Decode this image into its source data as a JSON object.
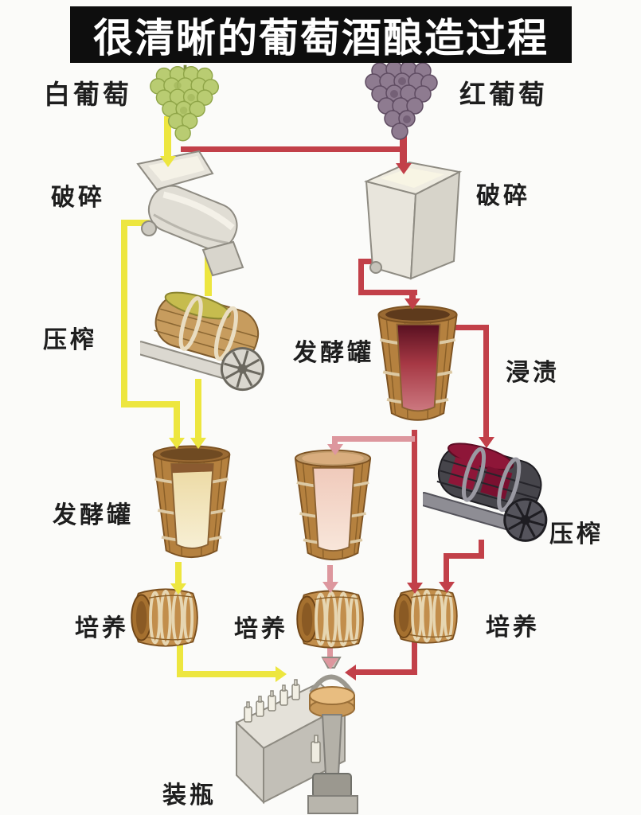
{
  "title": "很清晰的葡萄酒酿造过程",
  "colors": {
    "page_bg": "#fbfbf9",
    "banner_bg": "#0e0e0e",
    "banner_text": "#ffffff",
    "white_path": "#ede63f",
    "red_path": "#c24049",
    "pink_path": "#dd979e",
    "label_text": "#1e1e1e"
  },
  "labels": {
    "white_grapes": "白葡萄",
    "red_grapes": "红葡萄",
    "crush_left": "破碎",
    "crush_right": "破碎",
    "press_left": "压榨",
    "ferment_red": "发酵罐",
    "maceration": "浸渍",
    "ferment_white": "发酵罐",
    "press_right": "压榨",
    "aging_left": "培养",
    "aging_middle": "培养",
    "aging_right": "培养",
    "bottling": "装瓶"
  }
}
